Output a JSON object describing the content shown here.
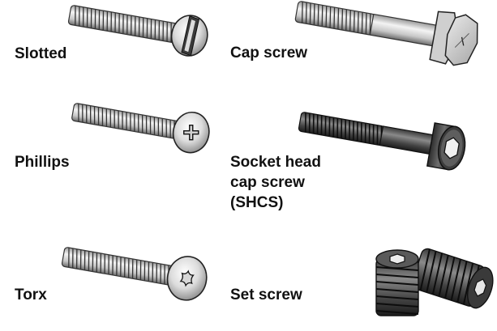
{
  "labels": {
    "slotted": "Slotted",
    "phillips": "Phillips",
    "torx": "Torx",
    "cap_screw": "Cap screw",
    "shcs_line1": "Socket head",
    "shcs_line2": "cap screw",
    "shcs_line3": "(SHCS)",
    "set_screw": "Set screw"
  },
  "colors": {
    "background": "#ffffff",
    "ink": "#111111",
    "metal_light": "#f2f2f2",
    "metal_mid": "#b9b9b9",
    "metal_dark": "#5a5a5a",
    "oxide_dark": "#2a2a2a"
  },
  "icons": [
    "slotted-screw-icon",
    "phillips-screw-icon",
    "torx-screw-icon",
    "cap-screw-icon",
    "socket-head-cap-screw-icon",
    "set-screw-icon"
  ]
}
